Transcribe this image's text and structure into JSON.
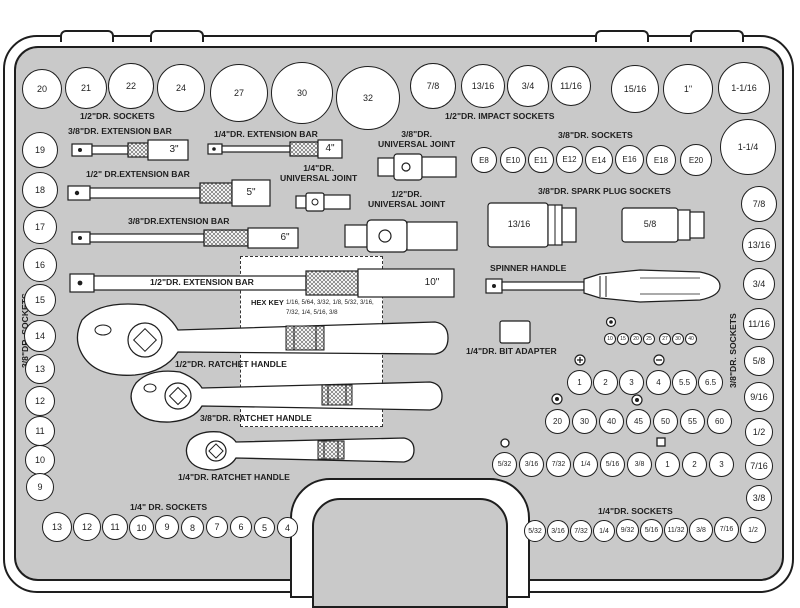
{
  "labels": {
    "half_sockets": "1/2\"DR. SOCKETS",
    "half_impact_sockets": "1/2\"DR. IMPACT SOCKETS",
    "ext_38_3in": "3/8\"DR. EXTENSION BAR",
    "ext_14_4in": "1/4\"DR. EXTENSION BAR",
    "uj_38": "3/8\"DR.\nUNIVERSAL JOINT",
    "uj_14": "1/4\"DR.\nUNIVERSAL JOINT",
    "uj_12": "1/2\"DR.\nUNIVERSAL JOINT",
    "ext_12_5in": "1/2\" DR.EXTENSION BAR",
    "ext_38_6in": "3/8\"DR.EXTENSION BAR",
    "ext_12_10in": "1/2\"DR. EXTENSION BAR",
    "sockets_38_right": "3/8\"DR. SOCKETS",
    "spark_plug": "3/8\"DR. SPARK PLUG SOCKETS",
    "spinner": "SPINNER HANDLE",
    "hex_key_title": "HEX KEY",
    "hex_key_sizes": "1/16, 5/64, 3/32, 1/8, 5/32, 3/16, 7/32, 1/4, 5/16, 3/8",
    "bit_adapter": "1/4\"DR. BIT ADAPTER",
    "ratchet_12": "1/2\"DR. RATCHET HANDLE",
    "ratchet_38": "3/8\"DR. RATCHET HANDLE",
    "ratchet_14": "1/4\"DR. RATCHET HANDLE",
    "quarter_sockets_left": "1/4\" DR. SOCKETS",
    "quarter_sockets_right": "1/4\"DR. SOCKETS",
    "sockets_38_left_vertical": "3/8\"DR. SOCKETS",
    "sockets_38_right_vertical": "3/8\"DR. SOCKETS"
  },
  "tool_sizes": {
    "ext_38_3in": "3\"",
    "ext_14_4in": "4\"",
    "ext_12_5in": "5\"",
    "ext_38_6in": "6\"",
    "ext_12_10in": "10\"",
    "spark_13_16": "13/16",
    "spark_5_8": "5/8"
  },
  "sockets": {
    "half_dr": [
      "20",
      "21",
      "22",
      "24",
      "27",
      "30",
      "32"
    ],
    "half_impact": [
      "7/8",
      "13/16",
      "3/4",
      "11/16",
      "15/16",
      "1\"",
      "1-1/16"
    ],
    "large_right": "1-1/4",
    "metric_38_left": [
      "19",
      "18",
      "17",
      "16",
      "15",
      "14",
      "13",
      "12",
      "11",
      "10",
      "9"
    ],
    "e_torx": [
      "E8",
      "E10",
      "E11",
      "E12",
      "E14",
      "E16",
      "E18",
      "E20"
    ],
    "sae_38_right": [
      "7/8",
      "13/16",
      "3/4",
      "11/16",
      "5/8",
      "9/16",
      "1/2",
      "7/16",
      "3/8"
    ],
    "quarter_left": [
      "13",
      "12",
      "11",
      "10",
      "9",
      "8",
      "7",
      "6",
      "5",
      "4"
    ],
    "quarter_right": [
      "5/32",
      "3/16",
      "7/32",
      "1/4",
      "9/32",
      "5/16",
      "11/32",
      "3/8",
      "7/16",
      "1/2"
    ]
  },
  "bits": {
    "phillips": [
      "1",
      "2",
      "3"
    ],
    "slotted": [
      "4",
      "5.5",
      "6.5"
    ],
    "torx": [
      "20",
      "30",
      "40",
      "45",
      "50",
      "55",
      "60"
    ],
    "hex_sae": [
      "5/32",
      "3/16",
      "7/32",
      "1/4",
      "5/16",
      "3/8"
    ],
    "square": [
      "1",
      "2",
      "3"
    ],
    "torx_small": [
      "10",
      "15",
      "20",
      "25",
      "27",
      "30",
      "40"
    ]
  },
  "icons": {
    "phillips_bit": "plus-circle-icon",
    "slotted_bit": "minus-circle-icon",
    "torx_bit": "star-icon",
    "hex_bit": "hollow-circle-icon",
    "square_bit": "square-icon"
  }
}
